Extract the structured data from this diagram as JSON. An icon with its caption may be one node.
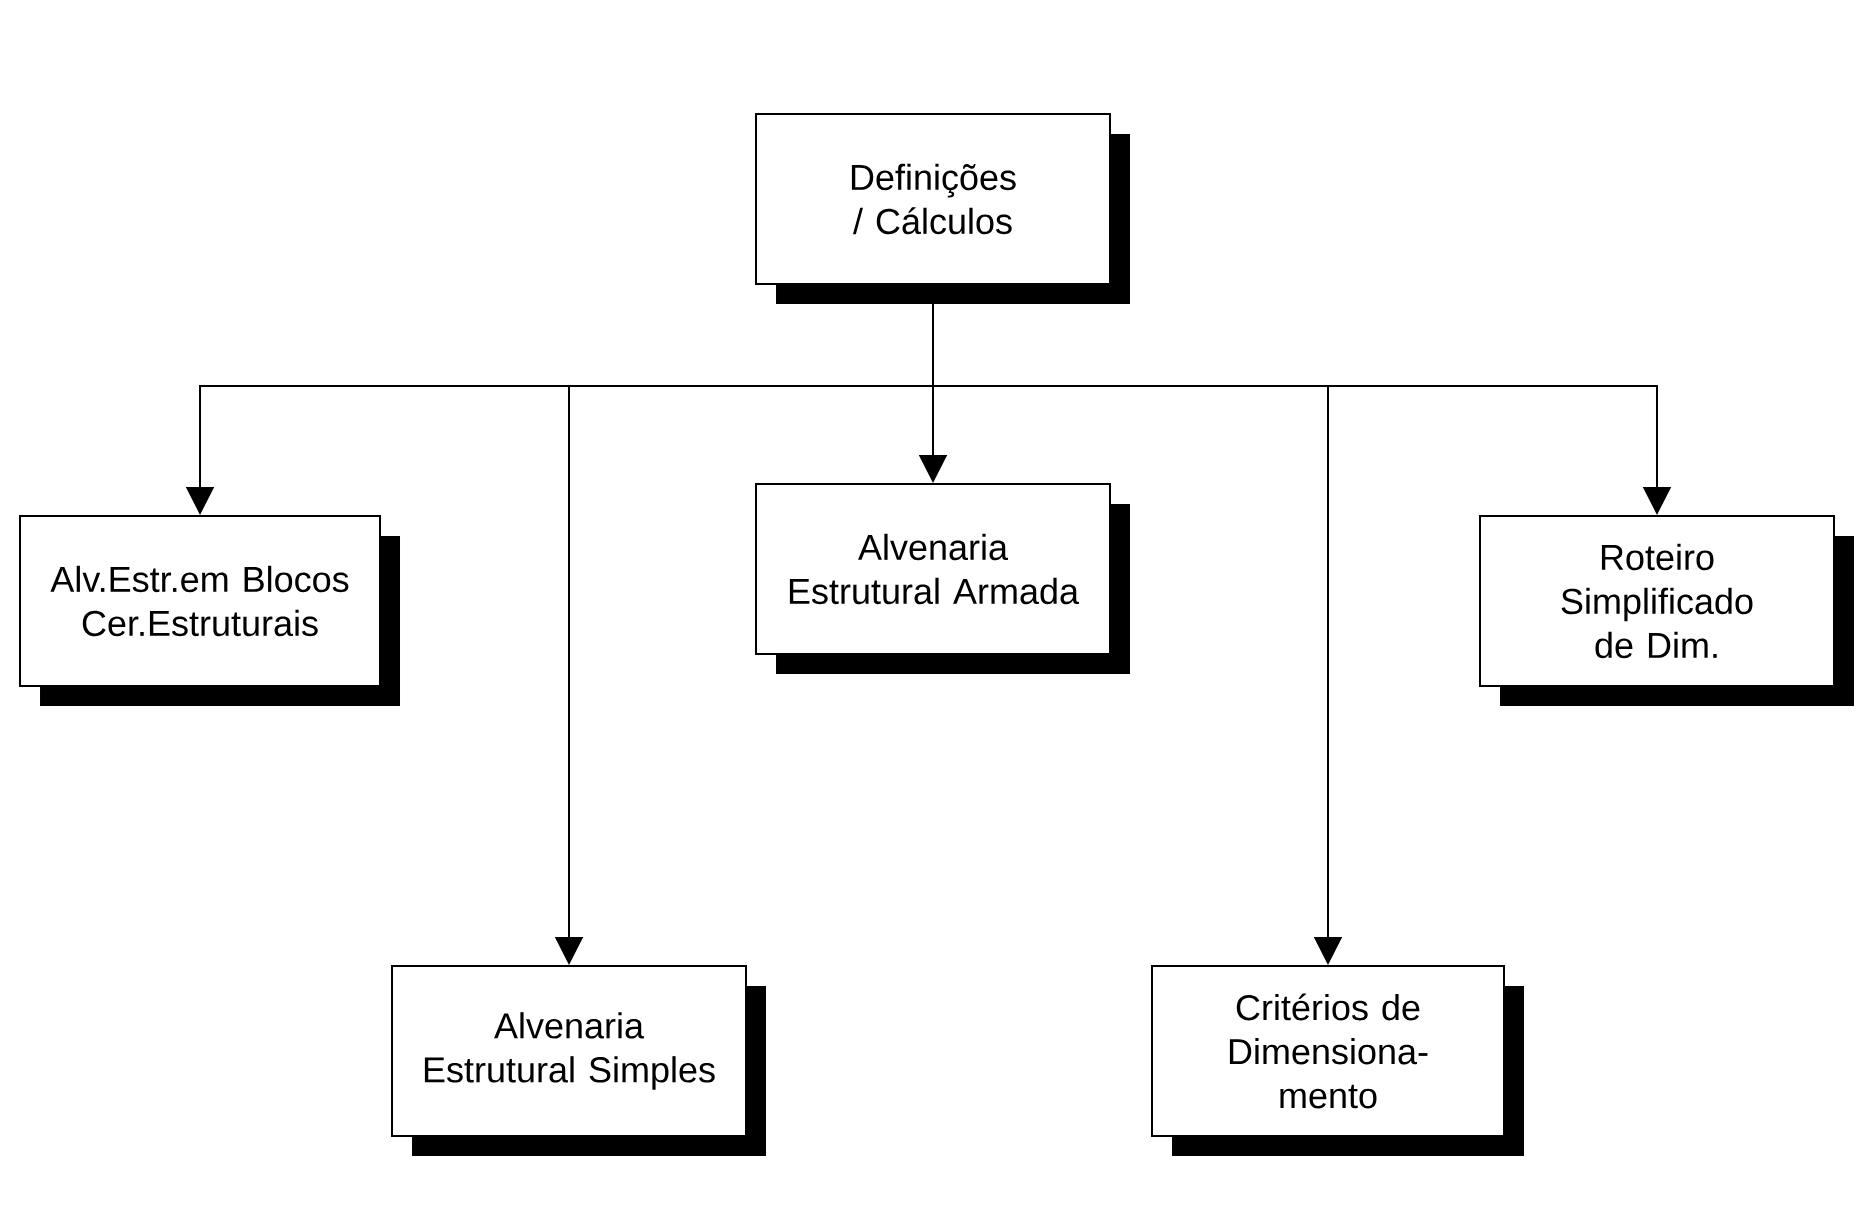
{
  "diagram": {
    "nodes": [
      {
        "text": [
          "Definições / Cálculos"
        ]
      },
      {
        "text": [
          "Alv.Estr.em Blocos Cer.Estruturais"
        ]
      },
      {
        "text": [
          "Alvenaria Estrutural Armada"
        ]
      },
      {
        "text": [
          "Roteiro Simplificado de Dim."
        ]
      },
      {
        "text": [
          "Alvenaria Estrutural Simples"
        ]
      },
      {
        "text": [
          "Critérios de Dimensiona- mento"
        ]
      }
    ],
    "edges": [
      {
        "from": 0,
        "to": 1,
        "arrow": "to"
      },
      {
        "from": 0,
        "to": 4,
        "arrow": "to"
      },
      {
        "from": 0,
        "to": 2,
        "arrow": "to"
      },
      {
        "from": 0,
        "to": 5,
        "arrow": "to"
      },
      {
        "from": 0,
        "to": 3,
        "arrow": "to"
      }
    ]
  }
}
